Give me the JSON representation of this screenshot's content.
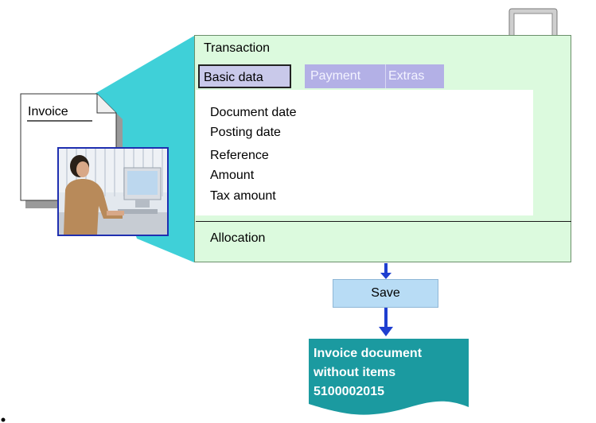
{
  "transaction": {
    "title": "Transaction",
    "tabs": [
      {
        "label": "Basic data"
      },
      {
        "label": "Payment"
      },
      {
        "label": "Extras"
      }
    ],
    "fields": [
      {
        "label": "Document date"
      },
      {
        "label": "Posting date"
      },
      {
        "label": "Reference"
      },
      {
        "label": "Amount"
      },
      {
        "label": "Tax amount"
      }
    ],
    "allocation": "Allocation"
  },
  "invoice": {
    "label": "Invoice"
  },
  "save": {
    "label": "Save"
  },
  "result_document": {
    "lines": [
      "Invoice document",
      "without items",
      "5100002015"
    ]
  },
  "colors": {
    "panel_bg": "#dcfade",
    "cone": "#3fd0d8",
    "tab_active": "#c9c9ea",
    "tab_inactive": "#b3b0e6",
    "save_bg": "#b8dcf5",
    "document_bg": "#1b9aa0",
    "arrow": "#1f3fd0"
  },
  "icons": {
    "computer": "monitor-icon",
    "photo": "person-at-computer-photo"
  }
}
